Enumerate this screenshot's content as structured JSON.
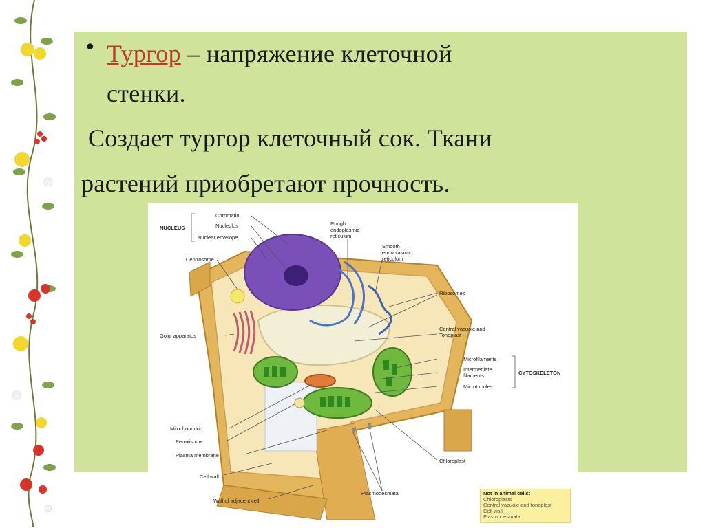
{
  "slide": {
    "term": "Тургор",
    "definition_rest": " – напряжение клеточной",
    "definition_line2": "стенки.",
    "sentence_line1": "Создает тургор клеточный сок. Ткани",
    "sentence_line2": "растений приобретают прочность.",
    "bullet": "•"
  },
  "diagram": {
    "labels": {
      "nucleus": "NUCLEUS",
      "chromatin": "Chromatin",
      "nucleolus": "Nucleolus",
      "nuclear_envelope": "Nuclear envelope",
      "centrosome": "Centrosome",
      "golgi": "Golgi apparatus",
      "mitochondrion": "Mitochondrion",
      "peroxisome": "Peroxisome",
      "plasma_membrane": "Plasma membrane",
      "cell_wall": "Cell wall",
      "wall_adjacent": "Wall of adjacent cell",
      "rough_er_1": "Rough",
      "rough_er_2": "endoplasmic",
      "rough_er_3": "reticulum",
      "smooth_er_1": "Smooth",
      "smooth_er_2": "endoplasmic",
      "smooth_er_3": "reticulum",
      "ribosomes": "Ribosomes",
      "central_vacuole_1": "Central vacuole",
      "central_vacuole_and": " and",
      "central_vacuole_2": "Tonoplast",
      "microfilaments": "Microfilaments",
      "intermediate_1": "Intermediate",
      "intermediate_2": "filaments",
      "cytoskeleton": "CYTOSKELETON",
      "microtubules": "Microtubules",
      "chloroplast": "Chloroplast",
      "plasmodesmata": "Plasmodesmata"
    },
    "note": {
      "title": "Not in animal cells:",
      "items": [
        "Chloroplasts",
        "Central vacuole and tonoplast",
        "Cell wall",
        "Plasmodesmata"
      ]
    }
  }
}
